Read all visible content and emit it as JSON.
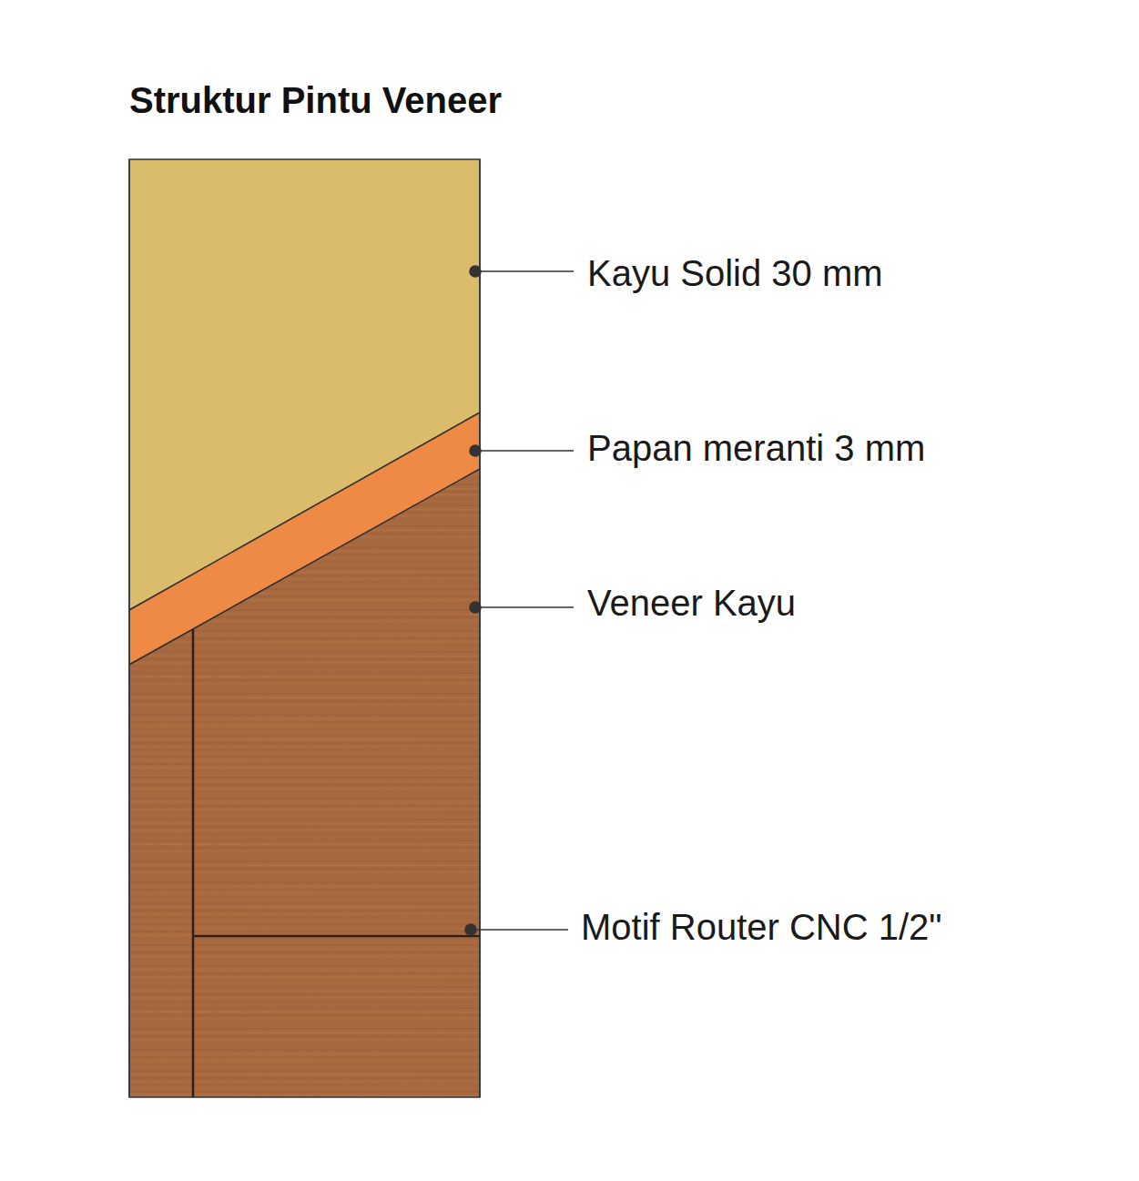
{
  "diagram": {
    "title": "Struktur Pintu Veneer",
    "labels": [
      "Kayu Solid 30 mm",
      "Papan meranti 3 mm",
      "Veneer Kayu",
      "Motif Router CNC 1/2\""
    ]
  }
}
